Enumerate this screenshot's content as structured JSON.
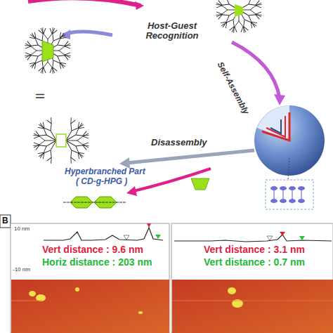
{
  "diagram": {
    "labels": [
      "Host-Guest Recognition",
      "Self-Assembly",
      "Disassembly",
      "II",
      "Hyperbranched Part",
      "( CD-g-HPG )",
      "B",
      "10 nm",
      "-10 nm",
      "Vert distance : 9.6 nm",
      "Horiz distance : 203 nm",
      "Vert distance : 3.1 nm",
      "Vert distance : 0.7 nm"
    ]
  }
}
